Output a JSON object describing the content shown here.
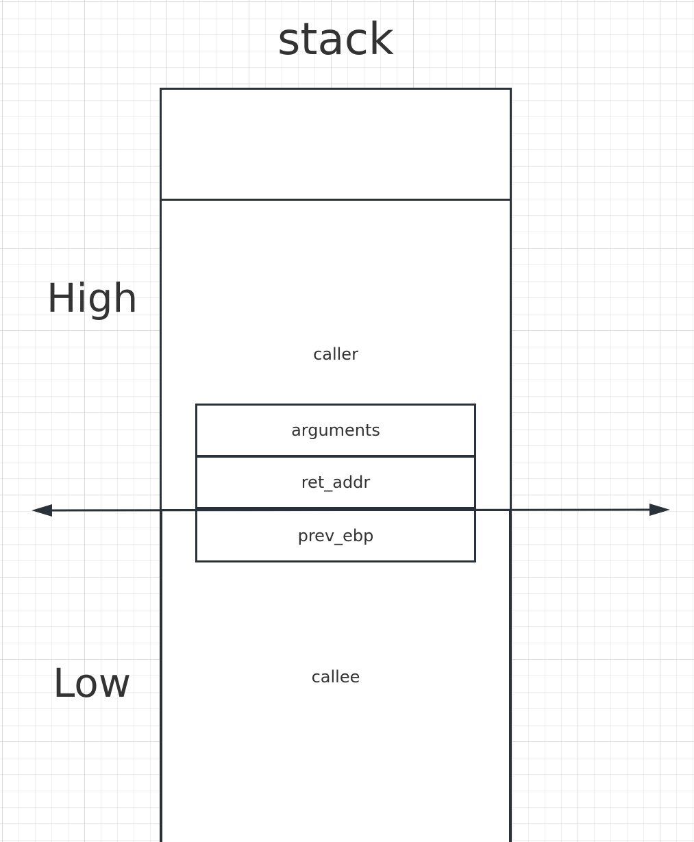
{
  "diagram": {
    "title": "stack",
    "high_label": "High",
    "low_label": "Low",
    "regions": {
      "caller": "caller",
      "callee": "callee"
    },
    "frame_cells": [
      "arguments",
      "ret_addr",
      "prev_ebp"
    ],
    "colors": {
      "stroke": "#2b3138",
      "text": "#333333",
      "grid_major": "#dcdcdc",
      "grid_minor": "#efefef"
    }
  }
}
